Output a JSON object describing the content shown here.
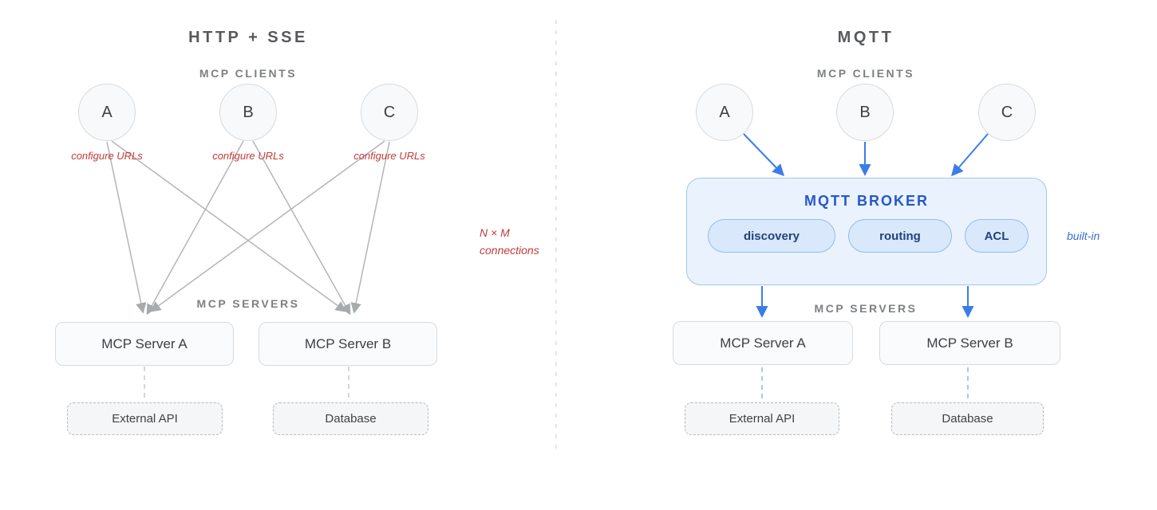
{
  "left": {
    "title": "HTTP + SSE",
    "clients_label": "MCP CLIENTS",
    "servers_label": "MCP SERVERS",
    "clients": [
      "A",
      "B",
      "C"
    ],
    "client_notes": [
      "configure URLs",
      "configure URLs",
      "configure URLs"
    ],
    "annotation": {
      "line1": "N × M",
      "line2": "connections"
    },
    "servers": [
      "MCP Server A",
      "MCP Server B"
    ],
    "backends": [
      "External API",
      "Database"
    ]
  },
  "right": {
    "title": "MQTT",
    "clients_label": "MCP CLIENTS",
    "servers_label": "MCP SERVERS",
    "clients": [
      "A",
      "B",
      "C"
    ],
    "broker": {
      "title": "MQTT BROKER",
      "features": [
        "discovery",
        "routing",
        "ACL"
      ]
    },
    "annotation": "built-in",
    "servers": [
      "MCP Server A",
      "MCP Server B"
    ],
    "backends": [
      "External API",
      "Database"
    ]
  },
  "colors": {
    "red_annotation": "#c23b3b",
    "gray_arrow": "#b3b5b8",
    "blue_arrow": "#3b7de8",
    "broker_fill": "#eaf2fd",
    "broker_border": "#a3c6ef",
    "broker_heading": "#2458cc",
    "pill_fill": "#d9e9fb",
    "pill_text": "#23427e",
    "node_fill": "#fafbfc",
    "node_border": "#d8dbde"
  }
}
